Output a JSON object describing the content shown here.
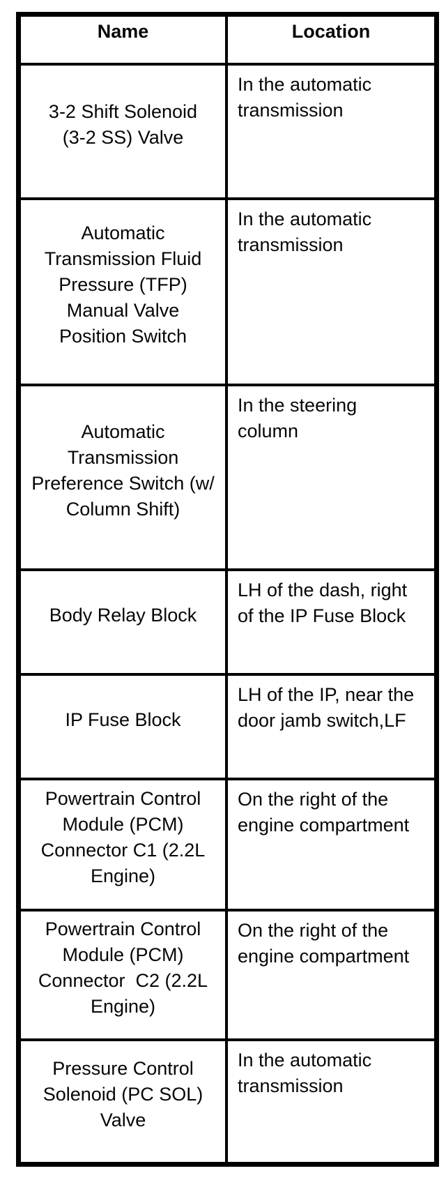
{
  "document": {
    "background_color": "#ffffff",
    "text_color": "#060606",
    "border_color": "#000000"
  },
  "table": {
    "columns": [
      {
        "label": "Name"
      },
      {
        "label": "Location"
      }
    ],
    "rows": [
      {
        "name": "3-2 Shift Solenoid\n(3-2 SS) Valve",
        "location": "In the automatic\ntransmission"
      },
      {
        "name": "Automatic\nTransmission Fluid\nPressure (TFP)\nManual Valve\nPosition Switch",
        "location": "In the automatic\ntransmission"
      },
      {
        "name": "Automatic\nTransmission\nPreference Switch (w/\nColumn Shift)",
        "location": "In the steering\ncolumn"
      },
      {
        "name": "Body Relay Block",
        "location": "LH of the dash, right\nof the IP Fuse Block"
      },
      {
        "name": "IP Fuse Block",
        "location": "LH of the IP, near the\ndoor jamb switch,LF"
      },
      {
        "name": "Powertrain Control\nModule (PCM)\nConnector C1 (2.2L\nEngine)",
        "location": "On the right of the\nengine compartment"
      },
      {
        "name": "Powertrain Control\nModule (PCM)\nConnector  C2 (2.2L\nEngine)",
        "location": "On the right of the\nengine compartment"
      },
      {
        "name": "Pressure Control\nSolenoid (PC SOL)\nValve",
        "location": "In the automatic\ntransmission"
      }
    ]
  }
}
